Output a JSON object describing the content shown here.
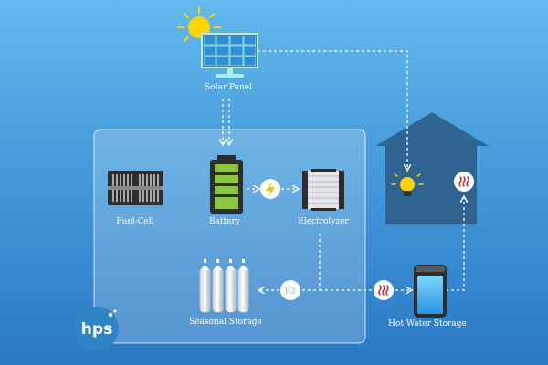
{
  "labels": {
    "solar_panel": "Solar Panel",
    "fuel_cell": "Fuel-Cell",
    "battery": "Battery",
    "electrolyzer": "Electrolyzer",
    "seasonal_storage": "Seasonal Storage",
    "hot_water_storage": "Hot Water Storage",
    "h2": "H2"
  },
  "logo": {
    "text": "hps"
  },
  "icons": {
    "sun": "sun-icon",
    "solar_panel": "solar-panel-icon",
    "fuel_cell": "fuel-cell-icon",
    "battery": "battery-icon",
    "lightning": "lightning-icon",
    "electrolyzer": "electrolyzer-icon",
    "gas_cylinders": "gas-cylinders-icon",
    "hot_water_tank": "hot-water-tank-icon",
    "house": "house-icon",
    "light_bulb": "light-bulb-icon",
    "heat": "heat-icon"
  },
  "colors": {
    "background_top": "#63b9ec",
    "background_bottom": "#2b78c4",
    "house": "#2f5f8a",
    "battery_cell": "#8cc63f",
    "sun": "#ffd400",
    "heat_badge": "#c0272d",
    "flow_line": "#ffffff"
  }
}
